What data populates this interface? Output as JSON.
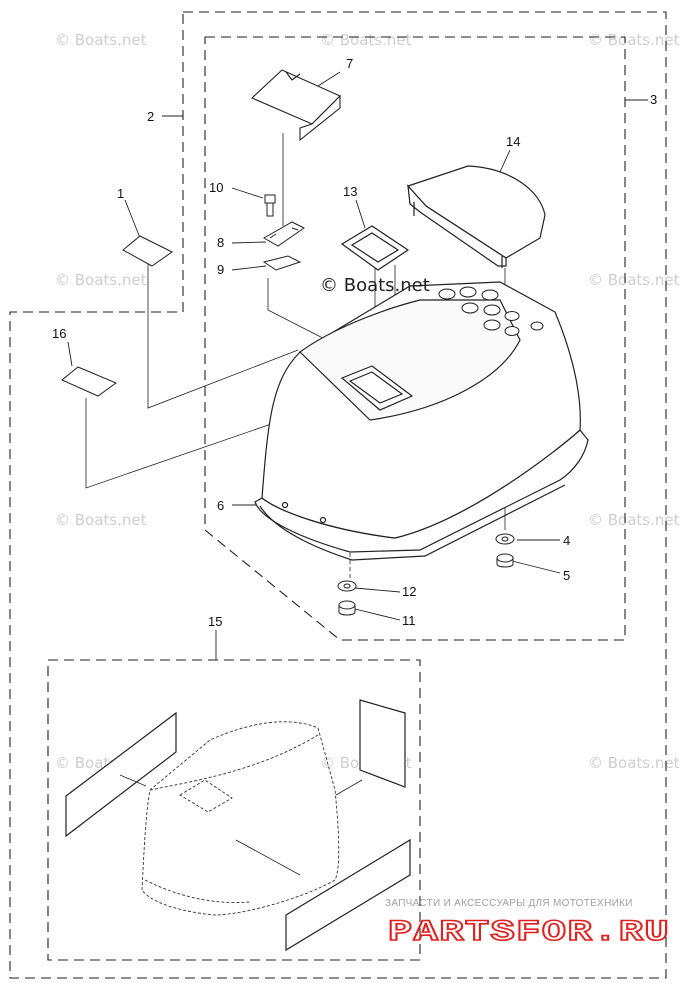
{
  "callouts": {
    "c1": "1",
    "c2": "2",
    "c3": "3",
    "c4": "4",
    "c5": "5",
    "c6": "6",
    "c7": "7",
    "c8": "8",
    "c9": "9",
    "c10": "10",
    "c11": "11",
    "c12": "12",
    "c13": "13",
    "c14": "14",
    "c15": "15",
    "c16": "16"
  },
  "watermarks": {
    "main": "© Boats.net",
    "faint": "© Boats.net"
  },
  "branding": {
    "tagline": "ЗАПЧАСТИ И АКСЕССУАРЫ ДЛЯ МОТОТЕХНИКИ",
    "logo": "PARTSFOR.RU",
    "logo_color": "#e0201e"
  }
}
